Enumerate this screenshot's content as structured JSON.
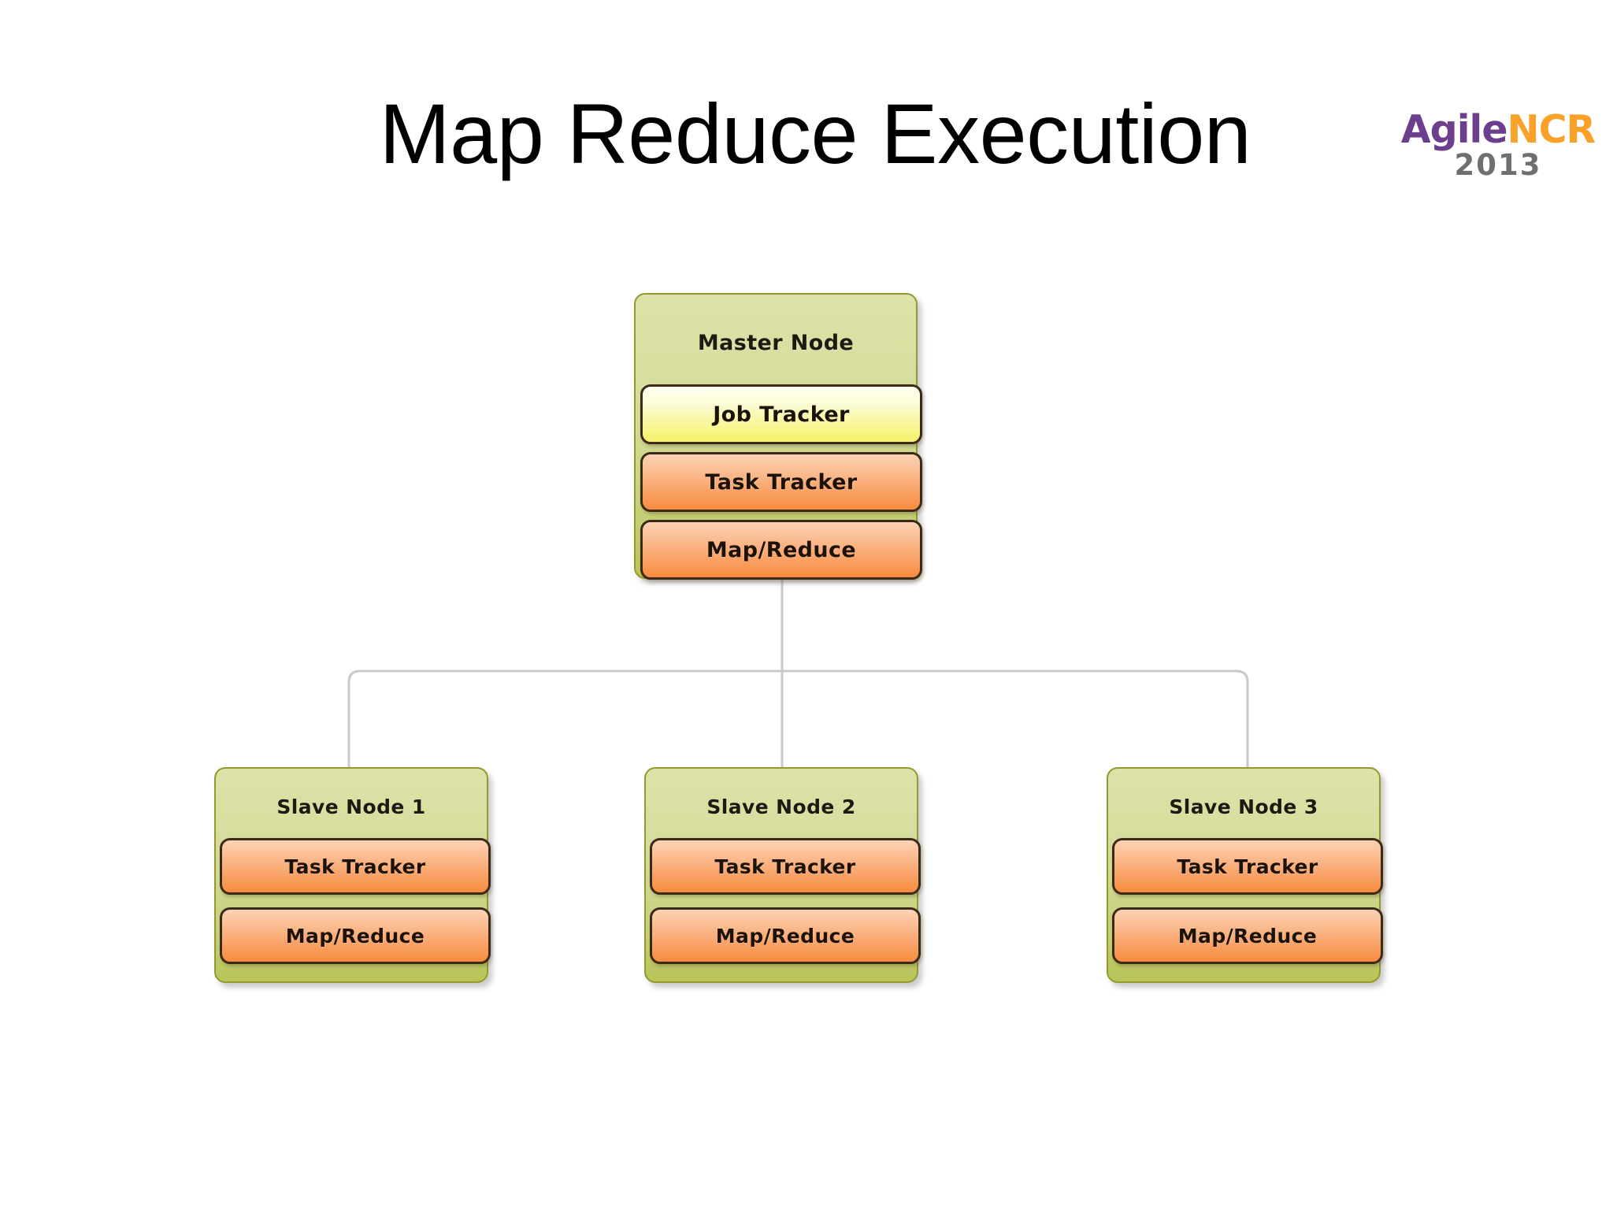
{
  "slide": {
    "title": "Map Reduce Execution",
    "background_color": "#ffffff"
  },
  "logo": {
    "name": "agilencr-logo",
    "part_one": "Agile",
    "part_two": "NCR",
    "year": "2013",
    "part_one_color": "#6b3f8e",
    "part_two_color": "#f9a128",
    "year_color": "#6f6f6f"
  },
  "diagram": {
    "type": "hierarchy",
    "connector_color": "#c9c9c9",
    "node_border_color": "#93992f",
    "node_fill_top": "#dde3a8",
    "node_fill_bottom": "#b9c457",
    "pill_border_color": "#3a2a16",
    "pill_yellow_top": "#fdfff0",
    "pill_yellow_bottom": "#f6f36a",
    "pill_orange_top": "#fcd3b4",
    "pill_orange_bottom": "#f78c3f",
    "master": {
      "title": "Master Node",
      "components": [
        {
          "label": "Job Tracker",
          "style": "yellow"
        },
        {
          "label": "Task Tracker",
          "style": "orange"
        },
        {
          "label": "Map/Reduce",
          "style": "orange"
        }
      ]
    },
    "slaves": [
      {
        "title": "Slave Node 1",
        "components": [
          {
            "label": "Task Tracker",
            "style": "orange"
          },
          {
            "label": "Map/Reduce",
            "style": "orange"
          }
        ]
      },
      {
        "title": "Slave Node 2",
        "components": [
          {
            "label": "Task Tracker",
            "style": "orange"
          },
          {
            "label": "Map/Reduce",
            "style": "orange"
          }
        ]
      },
      {
        "title": "Slave Node 3",
        "components": [
          {
            "label": "Task Tracker",
            "style": "orange"
          },
          {
            "label": "Map/Reduce",
            "style": "orange"
          }
        ]
      }
    ]
  }
}
